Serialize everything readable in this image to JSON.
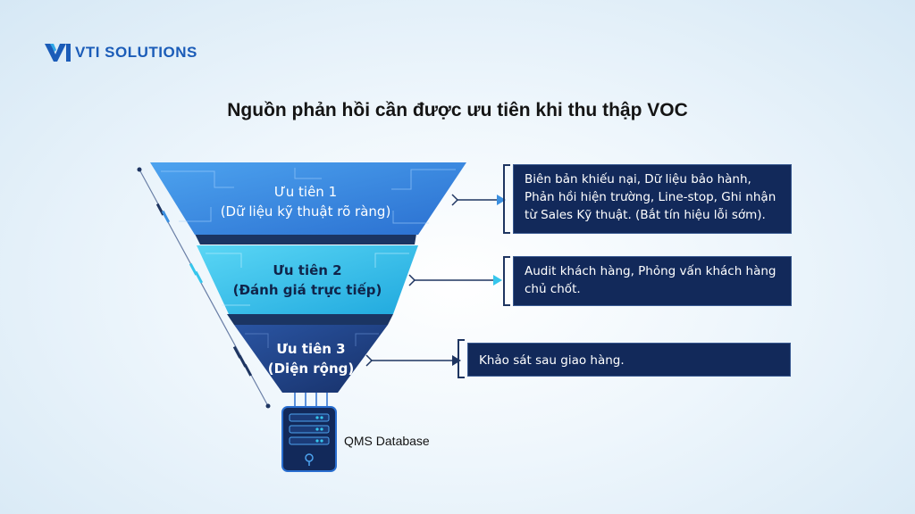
{
  "brand": {
    "name": "VTI SOLUTIONS",
    "color": "#1b5cb8",
    "icon": "vti-logo-icon"
  },
  "title": "Nguồn phản hồi cần được ưu tiên khi thu thập VOC",
  "tiers": [
    {
      "line1": "Ưu tiên 1",
      "line2": "(Dữ liệu kỹ thuật rõ ràng)",
      "color": "#3b8fe0",
      "description": "Biên bản khiếu nại, Dữ liệu bảo hành, Phản hồi hiện trường, Line-stop, Ghi nhận từ Sales Kỹ thuật. (Bắt tín hiệu lỗi sớm)."
    },
    {
      "line1": "Ưu tiên 2",
      "line2": "(Đánh giá trực tiếp)",
      "color": "#36c6ec",
      "description": "Audit khách hàng, Phỏng vấn khách hàng chủ chốt."
    },
    {
      "line1": "Ưu tiên 3",
      "line2": "(Diện rộng)",
      "color": "#1e3f82",
      "description": "Khảo sát sau giao hàng."
    }
  ],
  "database": {
    "label": "QMS Database",
    "icon": "server-icon"
  },
  "colors": {
    "box_bg": "#12295a",
    "dark_navy": "#1e3561",
    "arrow_tier1": "#3b8fe0",
    "arrow_tier2": "#36c6ec",
    "arrow_tier3": "#1e3561"
  }
}
